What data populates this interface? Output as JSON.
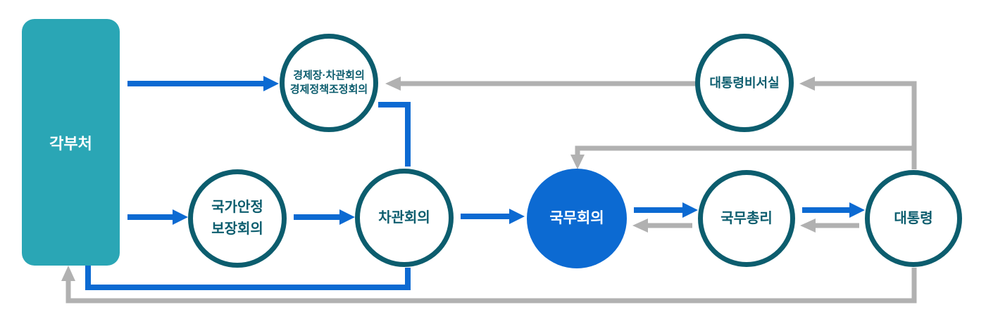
{
  "colors": {
    "teal": "#2AA6B5",
    "blue": "#0C6AD2",
    "gray": "#B1B1B1",
    "ink": "#0C5D6E",
    "white": "#FFFFFF"
  },
  "nodes": {
    "ministries": {
      "label": "각부처"
    },
    "econ_meeting": {
      "line1": "경제장·차관회의",
      "line2": "경제정책조정회의"
    },
    "nsc": {
      "line1": "국가안정",
      "line2": "보장회의"
    },
    "vice_ministers_meeting": {
      "label": "차관회의"
    },
    "state_council": {
      "label": "국무회의"
    },
    "prime_minister": {
      "label": "국무총리"
    },
    "presidential_secretariat": {
      "label": "대통령비서실"
    },
    "president": {
      "label": "대통령"
    }
  },
  "edges": [
    {
      "from": "ministries",
      "to": "econ_meeting",
      "color": "blue",
      "arrow": true
    },
    {
      "from": "ministries",
      "to": "nsc",
      "color": "blue",
      "arrow": true
    },
    {
      "from": "nsc",
      "to": "vice_ministers_meeting",
      "color": "blue",
      "arrow": true
    },
    {
      "from": "econ_meeting",
      "to": "vice_ministers_meeting",
      "color": "blue",
      "arrow": false
    },
    {
      "from": "vice_ministers_meeting",
      "to": "state_council",
      "color": "blue",
      "arrow": true
    },
    {
      "from": "vice_ministers_meeting",
      "to": "ministries",
      "color": "blue",
      "arrow": false
    },
    {
      "from": "state_council",
      "to": "prime_minister",
      "color": "blue",
      "arrow": true
    },
    {
      "from": "prime_minister",
      "to": "president",
      "color": "blue",
      "arrow": true
    },
    {
      "from": "presidential_secretariat",
      "to": "econ_meeting",
      "color": "gray",
      "arrow": true
    },
    {
      "from": "president",
      "to": "presidential_secretariat",
      "color": "gray",
      "arrow": true
    },
    {
      "from": "president",
      "to": "state_council",
      "color": "gray",
      "arrow": true
    },
    {
      "from": "prime_minister",
      "to": "state_council",
      "color": "gray",
      "arrow": true
    },
    {
      "from": "president",
      "to": "prime_minister",
      "color": "gray",
      "arrow": true
    },
    {
      "from": "president",
      "to": "ministries",
      "color": "gray",
      "arrow": true
    }
  ]
}
